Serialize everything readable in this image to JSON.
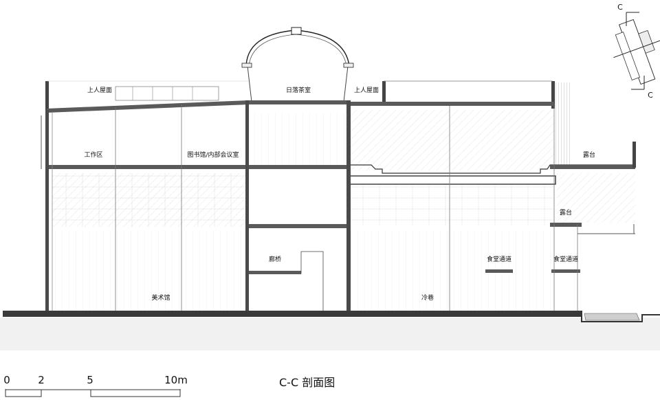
{
  "rooms": {
    "roof_deck_left": "上人屋面",
    "roof_deck_right": "上人屋面",
    "sunset_tea_room": "日落茶室",
    "work_area": "工作区",
    "library": "图书馆/内部会议室",
    "terrace_upper": "露台",
    "terrace_lower": "露台",
    "gallery_bridge": "廊桥",
    "canteen_passage_1": "食堂通道",
    "canteen_passage_2": "食堂通道",
    "art_museum": "美术馆",
    "cold_alley": "冷巷"
  },
  "scale_bar": {
    "labels": [
      "0",
      "2",
      "5",
      "10m"
    ]
  },
  "title": "C-C 剖面图",
  "key_plan": {
    "marker_top": "C",
    "marker_bottom": "C"
  }
}
